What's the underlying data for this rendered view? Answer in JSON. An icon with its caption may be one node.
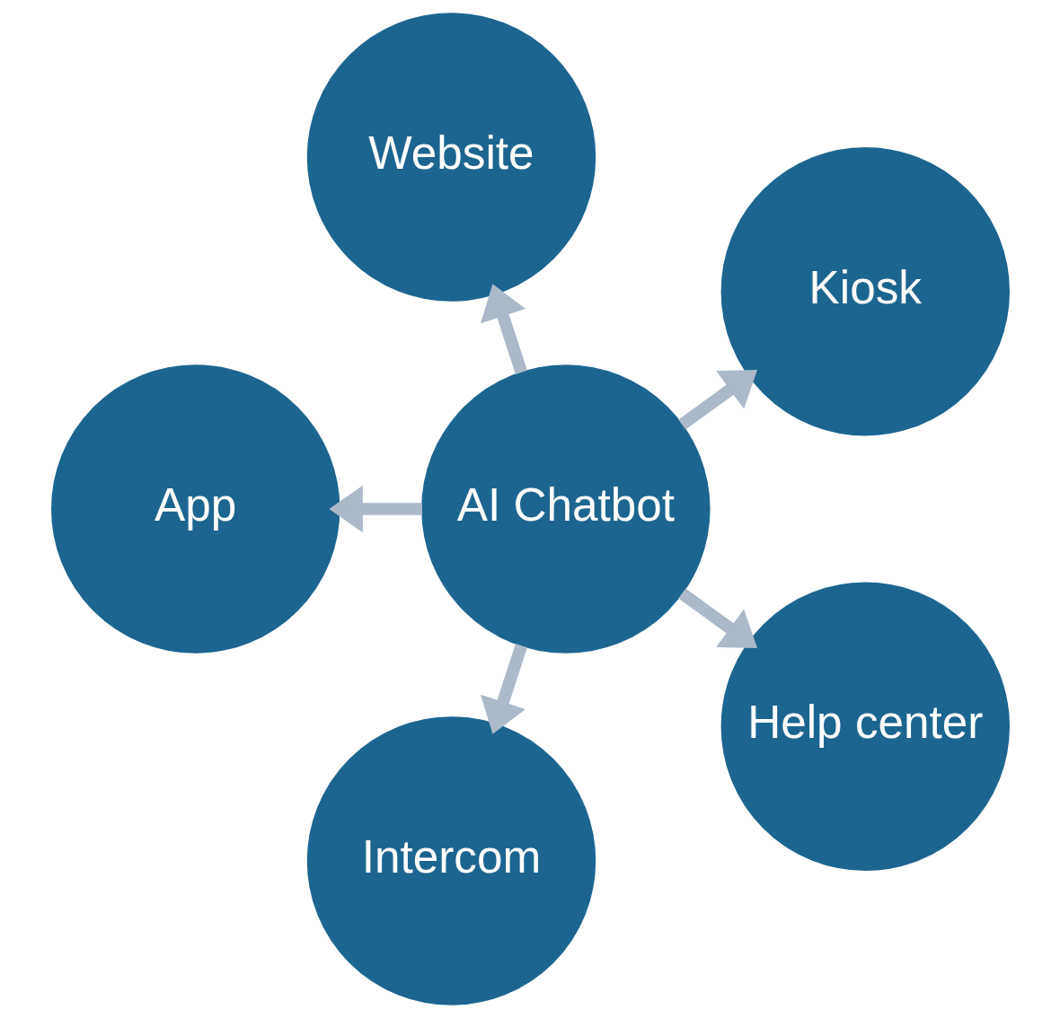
{
  "diagram": {
    "nodes": [
      {
        "text": [
          "Kiosk"
        ]
      },
      {
        "text": [
          "Help center"
        ]
      },
      {
        "text": [
          "Website"
        ]
      },
      {
        "text": [
          "AI Chatbot"
        ]
      },
      {
        "text": [
          "Intercom"
        ]
      },
      {
        "text": [
          "App"
        ]
      }
    ],
    "edges": [
      {
        "from": 3,
        "to": 0,
        "arrow": "to"
      },
      {
        "from": 3,
        "to": 2,
        "arrow": "to"
      },
      {
        "from": 3,
        "to": 5,
        "arrow": "to"
      },
      {
        "from": 3,
        "to": 4,
        "arrow": "to"
      },
      {
        "from": 3,
        "to": 1,
        "arrow": "to"
      }
    ]
  }
}
